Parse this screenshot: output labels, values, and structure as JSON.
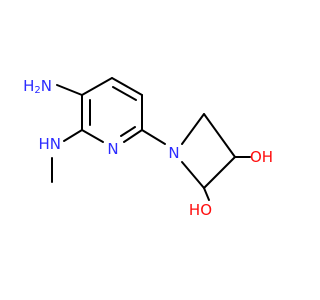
{
  "structure": {
    "atoms": {
      "amino_nh2": {
        "H": "H",
        "sub": "2",
        "N": "N"
      },
      "methylamino_nh": {
        "H": "H",
        "N": "N"
      },
      "pyridine_n": "N",
      "pyrrolidine_n": "N",
      "hydroxyl_upper": "OH",
      "hydroxyl_lower": {
        "H": "H",
        "O": "O"
      }
    },
    "colors": {
      "nitrogen": "#2c2cff",
      "oxygen": "#ff0d0d",
      "bond": "#000000",
      "background": "#ffffff"
    }
  }
}
